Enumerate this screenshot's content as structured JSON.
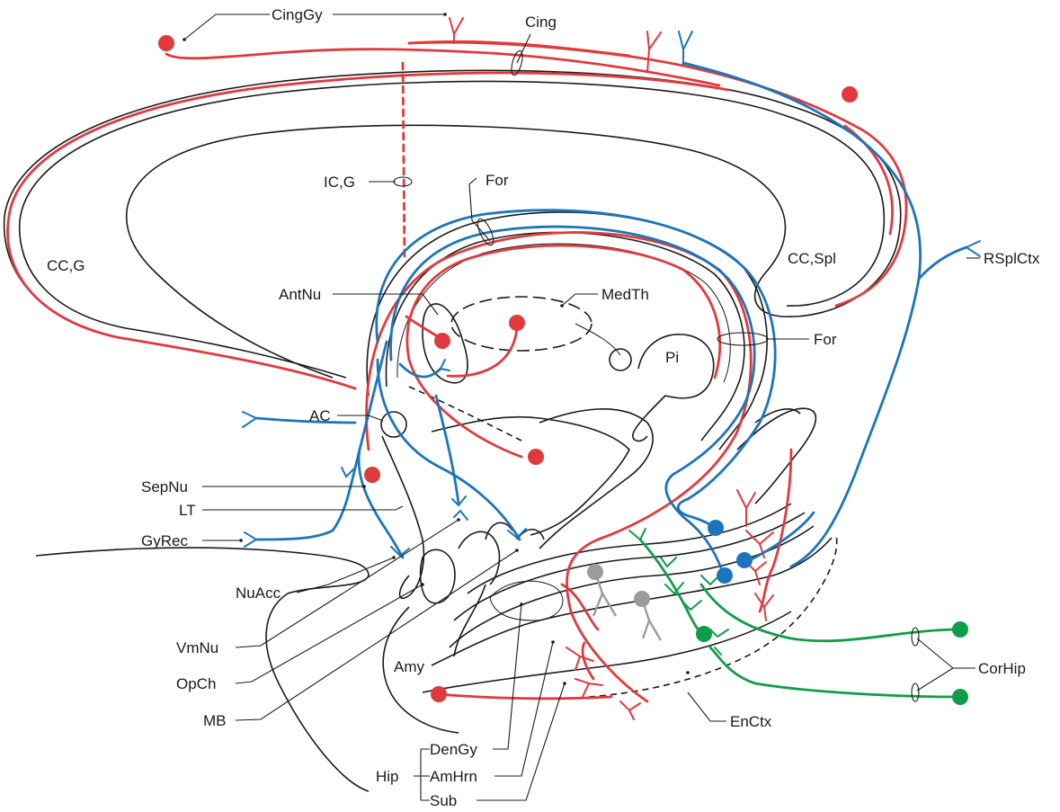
{
  "colors": {
    "red_pathway": "#e03a3e",
    "blue_pathway": "#1c75bc",
    "green_pathway": "#0f9d4a",
    "gray_neuron": "#9b9b9b",
    "outline": "#1a1a1a"
  },
  "labels": {
    "cinggy": "CingGy",
    "cing": "Cing",
    "icg": "IC,G",
    "for_top": "For",
    "ccg": "CC,G",
    "ccspl": "CC,Spl",
    "rsplctx": "RSplCtx",
    "antnu": "AntNu",
    "medth": "MedTh",
    "for_right": "For",
    "pi": "Pi",
    "ac": "AC",
    "sepnu": "SepNu",
    "lt": "LT",
    "gyrec": "GyRec",
    "nuacc": "NuAcc",
    "vmnu": "VmNu",
    "opch": "OpCh",
    "mb": "MB",
    "amy": "Amy",
    "corhip": "CorHip",
    "enctx": "EnCtx",
    "hip": "Hip",
    "dengy": "DenGy",
    "amhrn": "AmHrn",
    "sub": "Sub"
  }
}
